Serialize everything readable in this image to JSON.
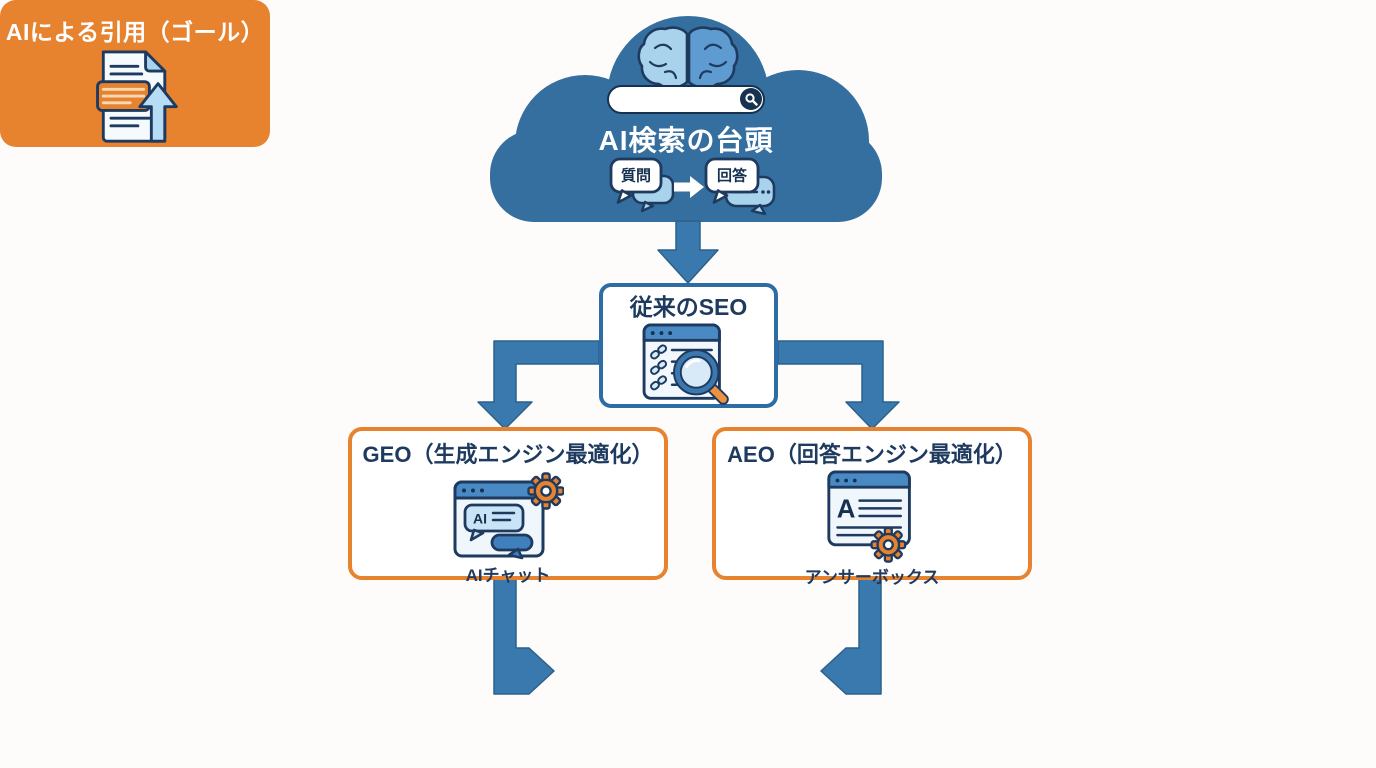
{
  "cloud": {
    "title": "AI検索の台頭",
    "question": "質問",
    "answer": "回答"
  },
  "seo": {
    "title": "従来のSEO"
  },
  "geo": {
    "title": "GEO（生成エンジン最適化）",
    "label": "AIチャット",
    "icon_text": "AI"
  },
  "aeo": {
    "title": "AEO（回答エンジン最適化）",
    "label": "アンサーボックス",
    "icon_text": "A"
  },
  "goal": {
    "title": "AIによる引用（ゴール）"
  },
  "colors": {
    "background": "#FDFCFA",
    "cloud_blue": "#356F9F",
    "arrow_blue": "#3979AD",
    "navy_outline": "#1E3A5F",
    "box_blue_border": "#2E6DA4",
    "orange": "#E7822F",
    "light_blue": "#A9D3ED",
    "browser_header_blue": "#4A8AC4",
    "white": "#FFFFFF"
  }
}
